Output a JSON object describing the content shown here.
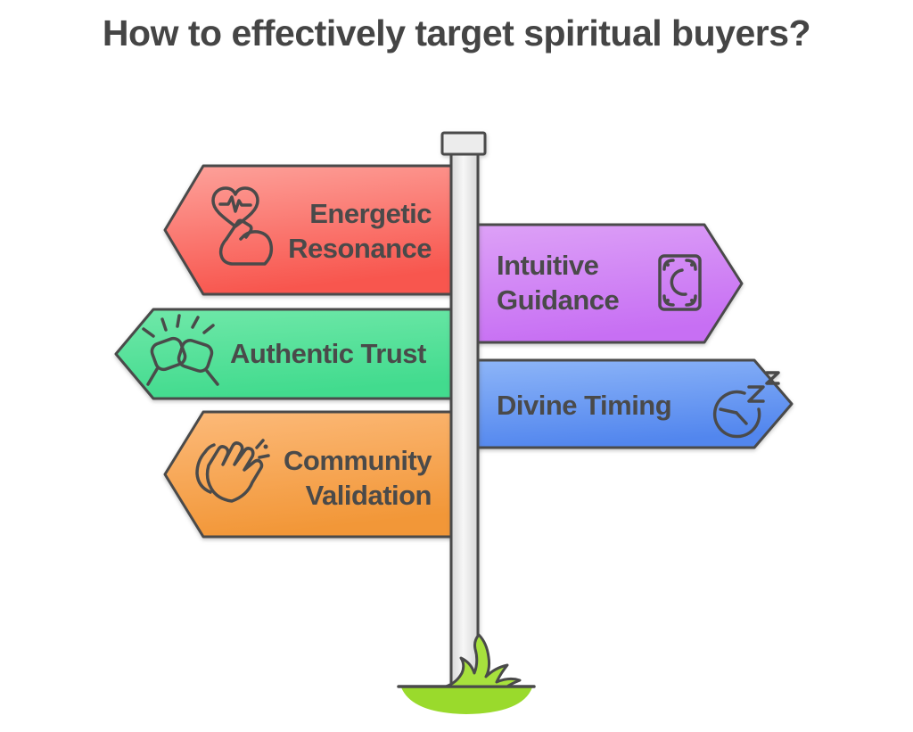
{
  "title": "How to effectively target spiritual buyers?",
  "text_color": "#4a4a4a",
  "background": "#ffffff",
  "signs": [
    {
      "label": "Energetic Resonance",
      "lines": [
        "Energetic",
        "Resonance"
      ],
      "direction": "left",
      "icon": "heart-pulse-bicep-icon",
      "color_top": "#fda29b",
      "color_bottom": "#f8564e"
    },
    {
      "label": "Intuitive Guidance",
      "lines": [
        "Intuitive",
        "Guidance"
      ],
      "direction": "right",
      "icon": "tarot-card-moon-icon",
      "color_top": "#dda1f7",
      "color_bottom": "#c76ff3"
    },
    {
      "label": "Authentic Trust",
      "lines": [
        "Authentic Trust"
      ],
      "direction": "left",
      "icon": "fist-bump-icon",
      "color_top": "#70e8a9",
      "color_bottom": "#42db8e"
    },
    {
      "label": "Divine Timing",
      "lines": [
        "Divine Timing"
      ],
      "direction": "right",
      "icon": "snooze-clock-icon",
      "color_top": "#8db5f8",
      "color_bottom": "#5286ee"
    },
    {
      "label": "Community Validation",
      "lines": [
        "Community",
        "Validation"
      ],
      "direction": "left",
      "icon": "clapping-hands-icon",
      "color_top": "#fcba7a",
      "color_bottom": "#f29738"
    }
  ],
  "pole": {
    "color_edge": "#d6d6d6",
    "color_center": "#f7f7f7",
    "outline": "#4a4a4a"
  },
  "grass": {
    "mound_color": "#9ada2c",
    "tuft_color": "#a7e13d"
  }
}
